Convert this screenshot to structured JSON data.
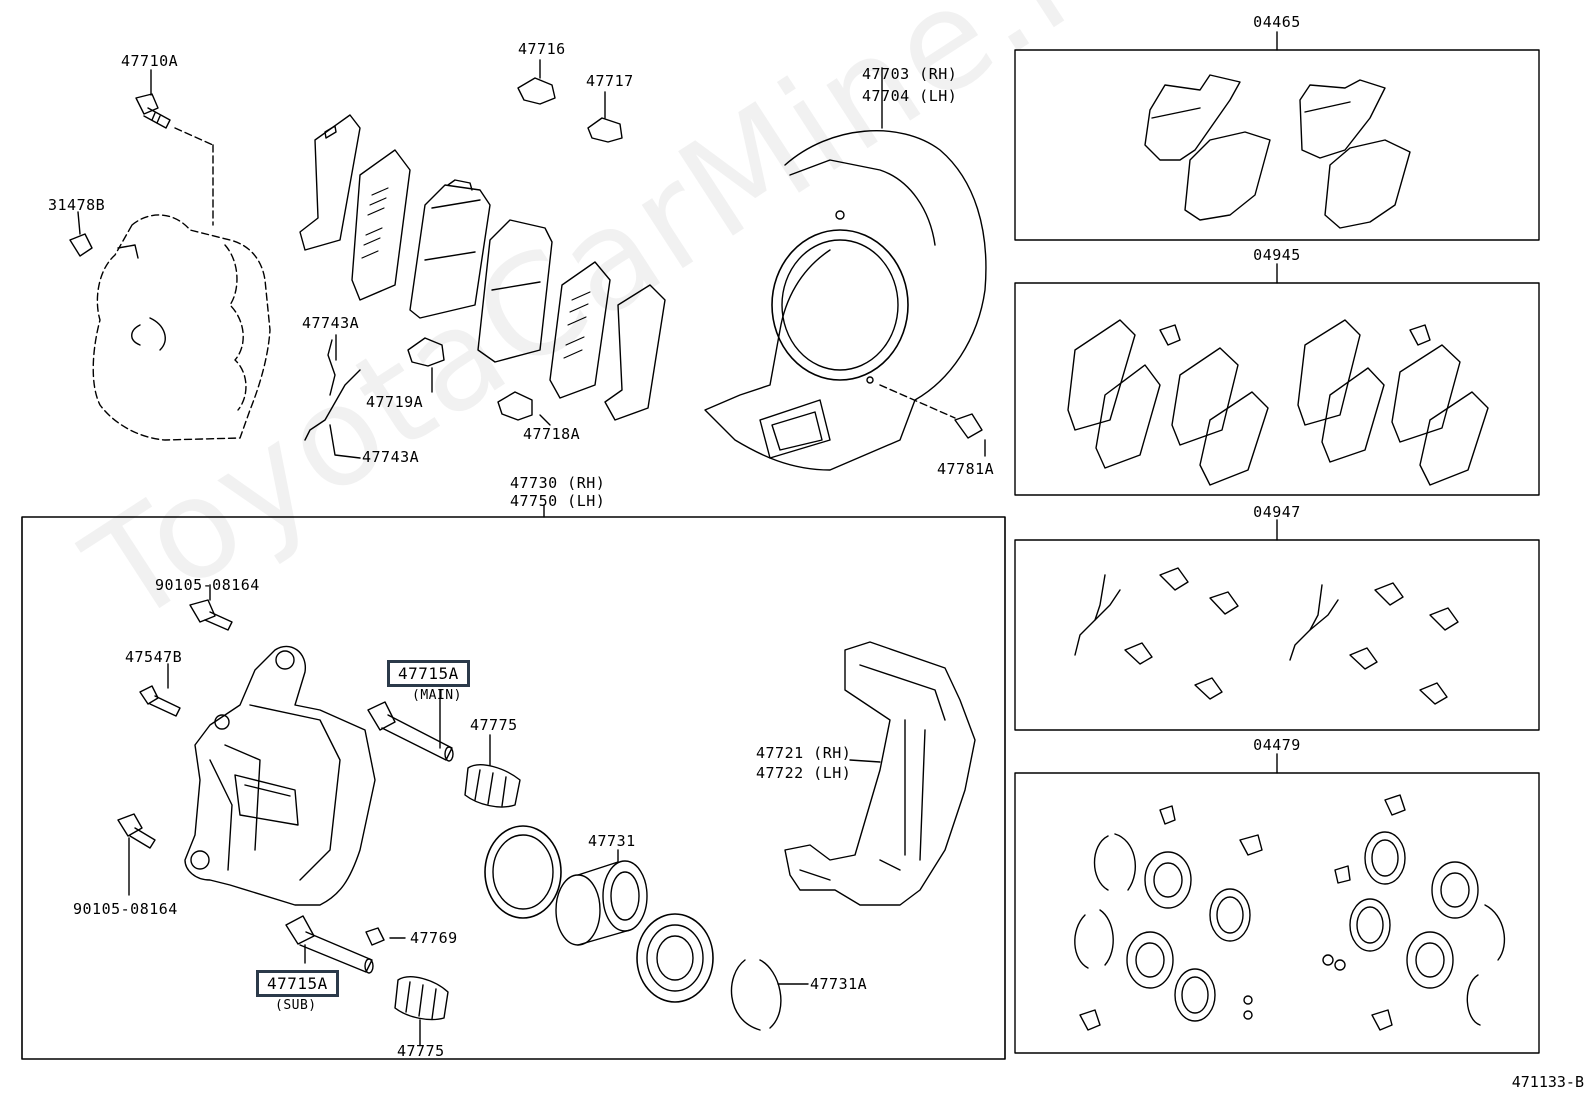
{
  "watermark": "ToyotaCarMine.ru",
  "diagram_code": "471133-B",
  "labels": {
    "p47710A": "47710A",
    "p31478B": "31478B",
    "p47716": "47716",
    "p47717": "47717",
    "p47743A_top": "47743A",
    "p47743A_bottom": "47743A",
    "p47719A": "47719A",
    "p47718A": "47718A",
    "p47703": "47703 (RH)",
    "p47704": "47704 (LH)",
    "p47781A": "47781A",
    "p47730": "47730 (RH)",
    "p47750": "47750 (LH)",
    "p90105_top": "90105-08164",
    "p47547B": "47547B",
    "p90105_bottom": "90105-08164",
    "p47775_top": "47775",
    "p47775_bottom": "47775",
    "p47721": "47721 (RH)",
    "p47722": "47722 (LH)",
    "p47731": "47731",
    "p47769": "47769",
    "p47731A": "47731A",
    "kit_04465": "04465",
    "kit_04945": "04945",
    "kit_04947": "04947",
    "kit_04479": "04479"
  },
  "highlighted": {
    "main_code": "47715A",
    "main_note": "(MAIN)",
    "sub_code": "47715A",
    "sub_note": "(SUB)"
  }
}
